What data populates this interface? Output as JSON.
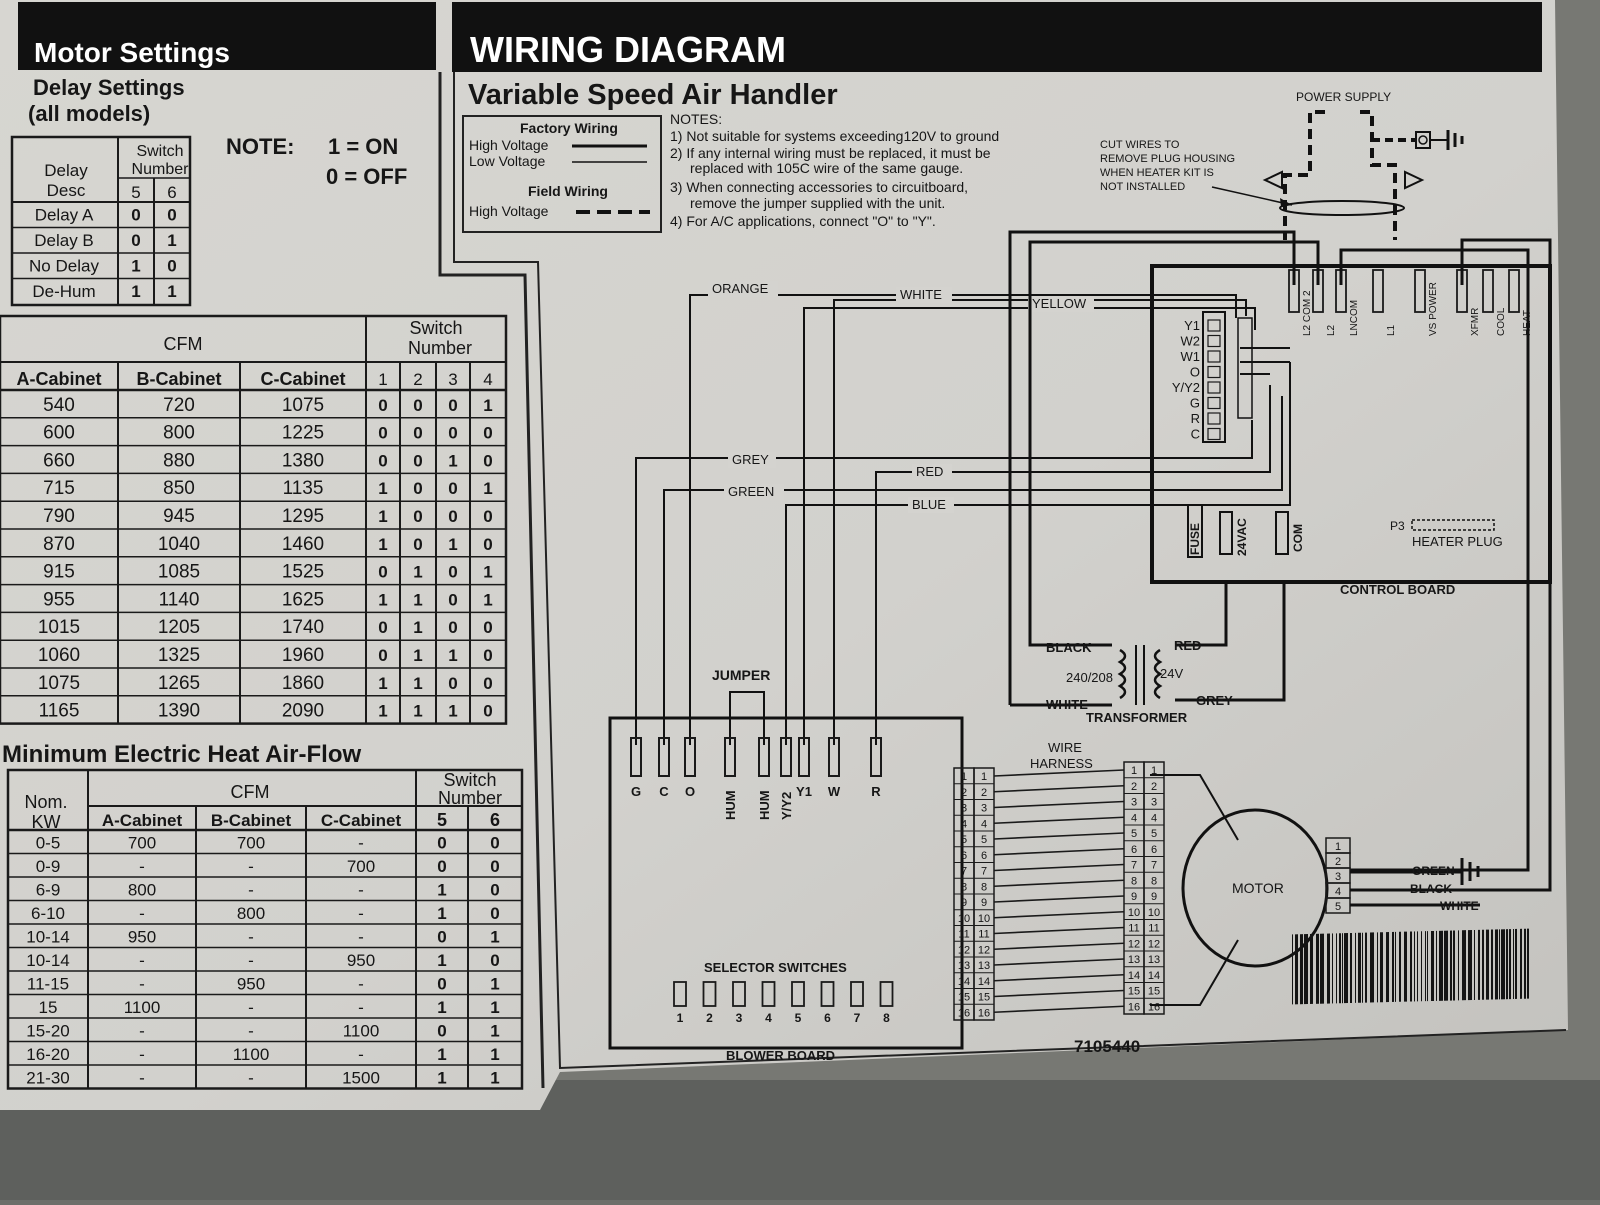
{
  "motor": {
    "title": "Motor Settings",
    "delay_title_1": "Delay Settings",
    "delay_title_2": "(all models)",
    "note_label": "NOTE:",
    "note_on": "1 = ON",
    "note_off": "0 = OFF",
    "delay_table": {
      "header_desc_1": "Delay",
      "header_desc_2": "Desc",
      "header_switch_1": "Switch",
      "header_switch_2": "Number",
      "switch_cols": [
        "5",
        "6"
      ],
      "rows": [
        [
          "Delay A",
          "0",
          "0"
        ],
        [
          "Delay B",
          "0",
          "1"
        ],
        [
          "No Delay",
          "1",
          "0"
        ],
        [
          "De-Hum",
          "1",
          "1"
        ]
      ]
    },
    "cfm_table": {
      "header_cfm": "CFM",
      "header_switch_1": "Switch",
      "header_switch_2": "Number",
      "columns": [
        "A-Cabinet",
        "B-Cabinet",
        "C-Cabinet",
        "1",
        "2",
        "3",
        "4"
      ],
      "rows": [
        [
          "540",
          "720",
          "1075",
          "0",
          "0",
          "0",
          "1"
        ],
        [
          "600",
          "800",
          "1225",
          "0",
          "0",
          "0",
          "0"
        ],
        [
          "660",
          "880",
          "1380",
          "0",
          "0",
          "1",
          "0"
        ],
        [
          "715",
          "850",
          "1135",
          "1",
          "0",
          "0",
          "1"
        ],
        [
          "790",
          "945",
          "1295",
          "1",
          "0",
          "0",
          "0"
        ],
        [
          "870",
          "1040",
          "1460",
          "1",
          "0",
          "1",
          "0"
        ],
        [
          "915",
          "1085",
          "1525",
          "0",
          "1",
          "0",
          "1"
        ],
        [
          "955",
          "1140",
          "1625",
          "1",
          "1",
          "0",
          "1"
        ],
        [
          "1015",
          "1205",
          "1740",
          "0",
          "1",
          "0",
          "0"
        ],
        [
          "1060",
          "1325",
          "1960",
          "0",
          "1",
          "1",
          "0"
        ],
        [
          "1075",
          "1265",
          "1860",
          "1",
          "1",
          "0",
          "0"
        ],
        [
          "1165",
          "1390",
          "2090",
          "1",
          "1",
          "1",
          "0"
        ]
      ]
    },
    "heat_table": {
      "title": "Minimum Electric Heat Air-Flow",
      "header_kw_1": "Nom.",
      "header_kw_2": "KW",
      "header_cfm": "CFM",
      "header_switch_1": "Switch",
      "header_switch_2": "Number",
      "columns": [
        "A-Cabinet",
        "B-Cabinet",
        "C-Cabinet",
        "5",
        "6"
      ],
      "rows": [
        [
          "0-5",
          "700",
          "700",
          "-",
          "0",
          "0"
        ],
        [
          "0-9",
          "-",
          "-",
          "700",
          "0",
          "0"
        ],
        [
          "6-9",
          "800",
          "-",
          "-",
          "1",
          "0"
        ],
        [
          "6-10",
          "-",
          "800",
          "-",
          "1",
          "0"
        ],
        [
          "10-14",
          "950",
          "-",
          "-",
          "0",
          "1"
        ],
        [
          "10-14",
          "-",
          "-",
          "950",
          "1",
          "0"
        ],
        [
          "11-15",
          "-",
          "950",
          "-",
          "0",
          "1"
        ],
        [
          "15",
          "1100",
          "-",
          "-",
          "1",
          "1"
        ],
        [
          "15-20",
          "-",
          "-",
          "1100",
          "0",
          "1"
        ],
        [
          "16-20",
          "-",
          "1100",
          "-",
          "1",
          "1"
        ],
        [
          "21-30",
          "-",
          "-",
          "1500",
          "1",
          "1"
        ]
      ]
    }
  },
  "wiring": {
    "title": "WIRING DIAGRAM",
    "subtitle": "Variable Speed Air Handler",
    "legend": {
      "factory_title": "Factory Wiring",
      "high_voltage": "High Voltage",
      "low_voltage": "Low Voltage",
      "field_title": "Field Wiring",
      "field_high_voltage": "High Voltage"
    },
    "notes_title": "NOTES:",
    "notes": [
      "1) Not suitable for systems exceeding120V to ground",
      "2) If any internal wiring must be replaced, it must be",
      "replaced with 105C wire of the same gauge.",
      "3) When connecting accessories to circuitboard,",
      "remove the jumper supplied with the unit.",
      "4) For A/C applications, connect \"O\" to \"Y\"."
    ],
    "power_supply": "POWER SUPPLY",
    "cut_wires": [
      "CUT WIRES TO",
      "REMOVE PLUG HOUSING",
      "WHEN HEATER KIT IS",
      "NOT INSTALLED"
    ],
    "wire_labels": {
      "orange": "ORANGE",
      "white": "WHITE",
      "yellow": "YELLOW",
      "grey": "GREY",
      "green": "GREEN",
      "red": "RED",
      "blue": "BLUE"
    },
    "control_board": {
      "label": "CONTROL BOARD",
      "top_terminals": [
        "L2 COM 2",
        "L2",
        "LNCOM",
        "L1",
        "VS POWER",
        "XFMR",
        "COOL",
        "HEAT"
      ],
      "thermostat_terminals": [
        "Y1",
        "W2",
        "W1",
        "O",
        "Y/Y2",
        "G",
        "R",
        "C"
      ],
      "fuse": "FUSE",
      "vac": "24VAC",
      "com": "COM",
      "p3": "P3",
      "heater_plug": "HEATER PLUG"
    },
    "transformer": {
      "label": "TRANSFORMER",
      "black": "BLACK",
      "white": "WHITE",
      "primary": "240/208",
      "secondary": "24V",
      "red": "RED",
      "grey": "GREY"
    },
    "jumper": "JUMPER",
    "blower_board": {
      "label": "BLOWER BOARD",
      "terminals": [
        "G",
        "C",
        "O",
        "HUM",
        "HUM",
        "Y/Y2",
        "Y1",
        "W",
        "R"
      ],
      "selector_label": "SELECTOR SWITCHES",
      "switches": [
        "1",
        "2",
        "3",
        "4",
        "5",
        "6",
        "7",
        "8"
      ]
    },
    "wire_harness": [
      "WIRE",
      "HARNESS"
    ],
    "harness_pins": [
      "1",
      "2",
      "3",
      "4",
      "5",
      "6",
      "7",
      "8",
      "9",
      "10",
      "11",
      "12",
      "13",
      "14",
      "15",
      "16"
    ],
    "motor": {
      "label": "MOTOR",
      "plug_pins": [
        "1",
        "2",
        "3",
        "4",
        "5"
      ],
      "green": "GREEN",
      "black": "BLACK",
      "white": "WHITE"
    },
    "part_number": "7105440"
  }
}
